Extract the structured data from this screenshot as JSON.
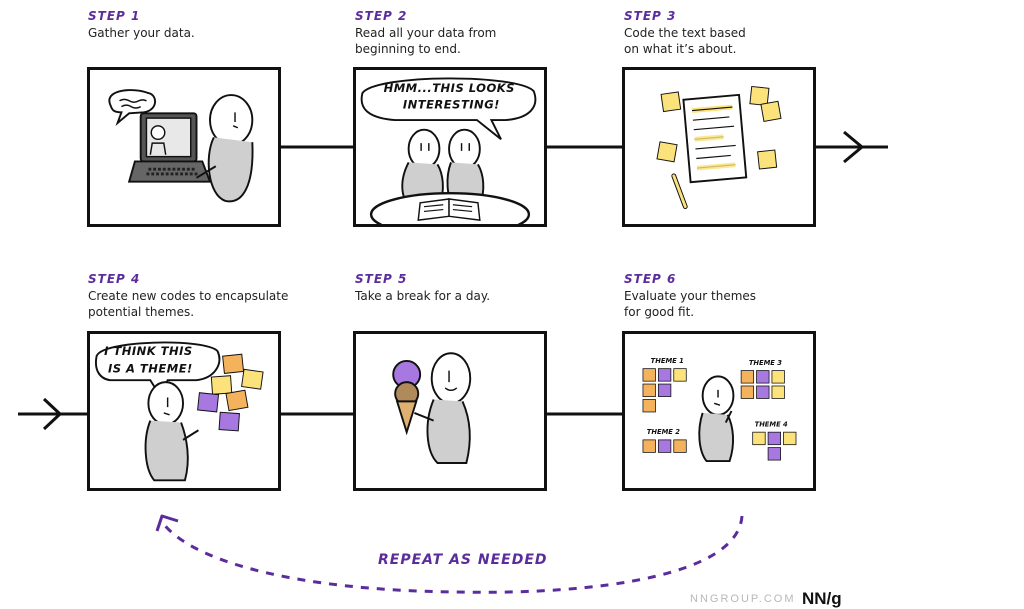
{
  "colors": {
    "accent": "#5b2d9c",
    "note_yellow": "#fbe27a",
    "note_orange": "#f5b25c",
    "note_purple": "#a678e0",
    "figure_gray": "#cfcfcf"
  },
  "steps": [
    {
      "title": "STEP 1",
      "desc": "Gather your data."
    },
    {
      "title": "STEP 2",
      "desc": "Read all your data from\nbeginning to end."
    },
    {
      "title": "STEP 3",
      "desc": "Code the text based\non what it’s about."
    },
    {
      "title": "STEP 4",
      "desc": "Create new codes to encapsulate\npotential themes."
    },
    {
      "title": "STEP 5",
      "desc": "Take a break for a day."
    },
    {
      "title": "STEP 6",
      "desc": "Evaluate your themes\nfor good fit."
    }
  ],
  "speech": {
    "step2_line1": "HMM...THIS LOOKS",
    "step2_line2": "INTERESTING!",
    "step4_line1": "I THINK THIS",
    "step4_line2": "IS A THEME!"
  },
  "themes": {
    "t1": "THEME 1",
    "t2": "THEME 2",
    "t3": "THEME 3",
    "t4": "THEME 4"
  },
  "repeat_label": "REPEAT AS NEEDED",
  "footer": {
    "site": "NNGROUP.COM",
    "logo": "NN/g"
  }
}
